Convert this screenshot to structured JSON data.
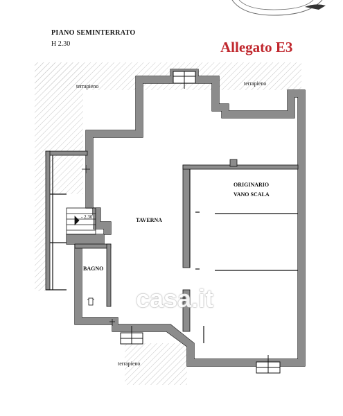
{
  "document": {
    "heading": "PIANO SEMINTERRATO",
    "height_label": "H 2.30",
    "attachment_label": "Allegato E3"
  },
  "rooms": {
    "taverna": "TAVERNA",
    "bagno": "BAGNO",
    "vano_scala_line1": "ORIGINARIO",
    "vano_scala_line2": "VANO SCALA"
  },
  "terrain": {
    "top_left": "terrapieno",
    "top_right": "terrapieno",
    "bottom": "terrapieno"
  },
  "level_mark": "- 2.30",
  "watermark": "casa.it",
  "colors": {
    "wall": "#8c8c8c",
    "wall_outline": "#111111",
    "hatch": "#c8c8c8",
    "accent": "#c0272d"
  }
}
